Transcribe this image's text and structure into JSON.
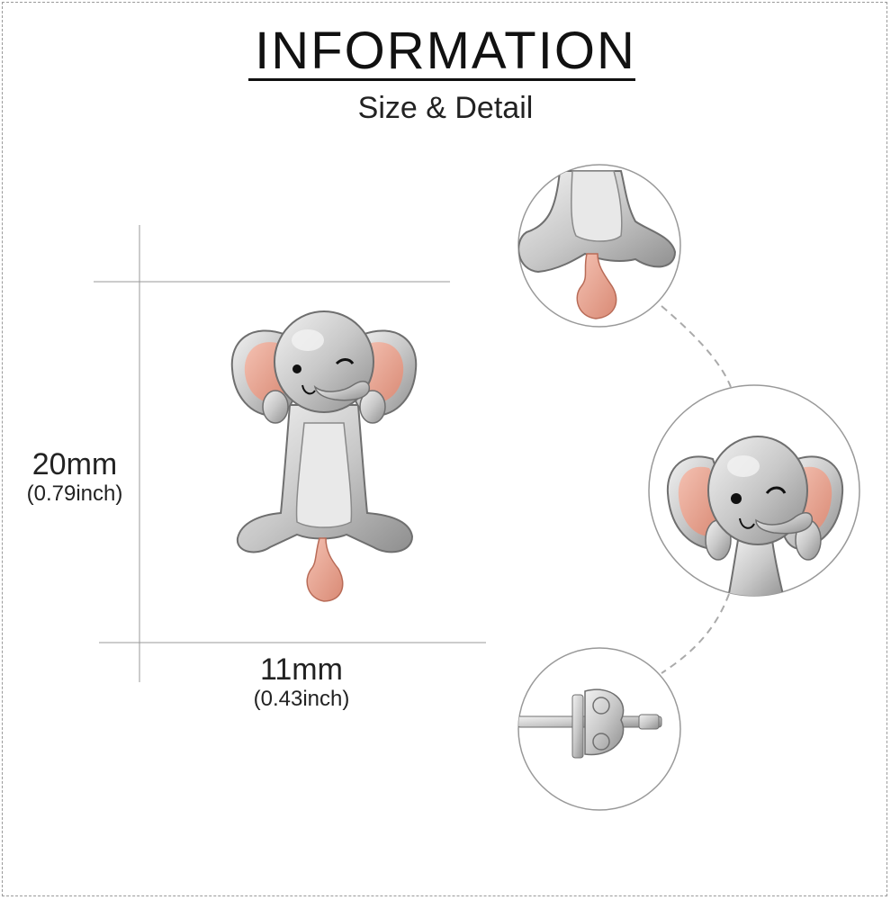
{
  "header": {
    "title": "INFORMATION",
    "subtitle": "Size & Detail"
  },
  "dimensions": {
    "height_mm": "20mm",
    "height_inch": "(0.79inch)",
    "width_mm": "11mm",
    "width_inch": "(0.43inch)"
  },
  "colors": {
    "silver": "#c9c9c9",
    "rose_gold": "#e6a08e",
    "outline": "#777777",
    "text": "#111111"
  },
  "detail_views": [
    "leaf-tail-closeup",
    "elephant-face-closeup",
    "earring-back-closeup"
  ]
}
